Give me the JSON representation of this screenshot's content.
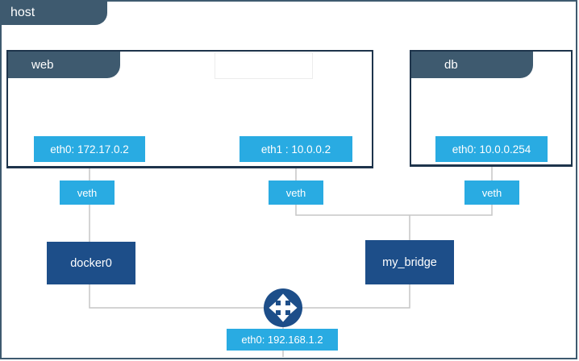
{
  "host": {
    "label": "host",
    "interface": {
      "label": "eth0: 192.168.1.2"
    }
  },
  "containers": [
    {
      "name": "web",
      "interfaces": [
        {
          "label": "eth0: 172.17.0.2"
        },
        {
          "label": "eth1 : 10.0.0.2"
        }
      ]
    },
    {
      "name": "db",
      "interfaces": [
        {
          "label": "eth0: 10.0.0.254"
        }
      ]
    }
  ],
  "veths": [
    {
      "label": "veth"
    },
    {
      "label": "veth"
    },
    {
      "label": "veth"
    }
  ],
  "bridges": [
    {
      "label": "docker0"
    },
    {
      "label": "my_bridge"
    }
  ],
  "icons": {
    "router": "router-cross-arrows-icon"
  },
  "colors": {
    "tab_slate": "#3E5A6F",
    "container_border": "#1E344B",
    "interface_blue": "#29ABE2",
    "bridge_navy": "#1D4E89",
    "connector_gray": "#C6C6C6",
    "background": "#FFFFFF"
  }
}
